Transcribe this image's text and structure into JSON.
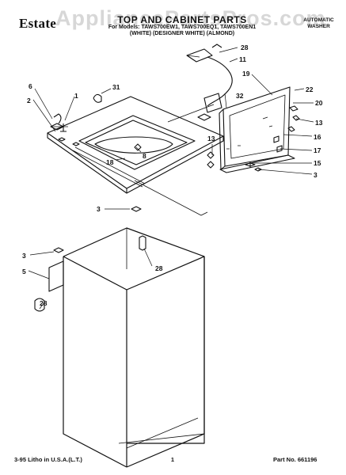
{
  "header": {
    "brand": "Estate",
    "title": "TOP AND CABINET PARTS",
    "subtitle_models": "For Models: TAWS700EW1, TAWS700EQ1, TAWS700EN1",
    "subtitle_colors": "(WHITE)   (DESIGNER WHITE)   (ALMOND)",
    "product_type_line1": "AUTOMATIC",
    "product_type_line2": "WASHER",
    "watermark": "AppliancePartsPros.com"
  },
  "footer": {
    "print_info": "3-95 Litho in U.S.A.(L.T.)",
    "page_number": "1",
    "part_number": "Part No. 661196"
  },
  "callouts": [
    "28",
    "11",
    "31",
    "6",
    "1",
    "2",
    "8",
    "18",
    "19",
    "32",
    "22",
    "20",
    "13",
    "16",
    "17",
    "15",
    "3",
    "28",
    "3",
    "28",
    "5",
    "28"
  ]
}
